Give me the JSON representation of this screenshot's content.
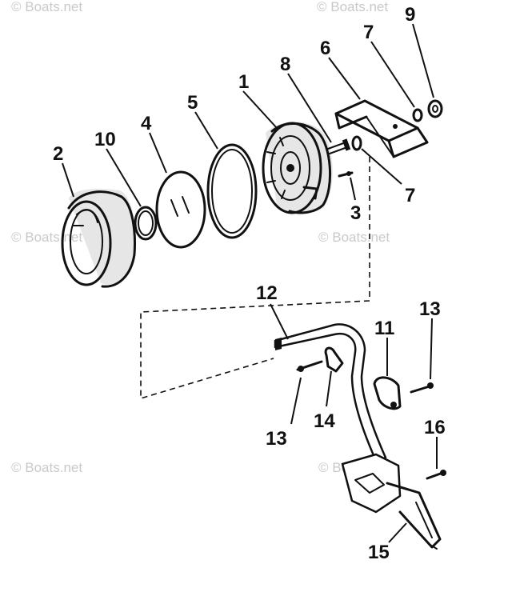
{
  "watermark": "© Boats.net",
  "labels": {
    "p1": "1",
    "p2": "2",
    "p3": "3",
    "p4": "4",
    "p5": "5",
    "p6": "6",
    "p7a": "7",
    "p7b": "7",
    "p8": "8",
    "p9": "9",
    "p10": "10",
    "p11": "11",
    "p12": "12",
    "p13a": "13",
    "p13b": "13",
    "p14": "14",
    "p15": "15",
    "p16": "16"
  }
}
